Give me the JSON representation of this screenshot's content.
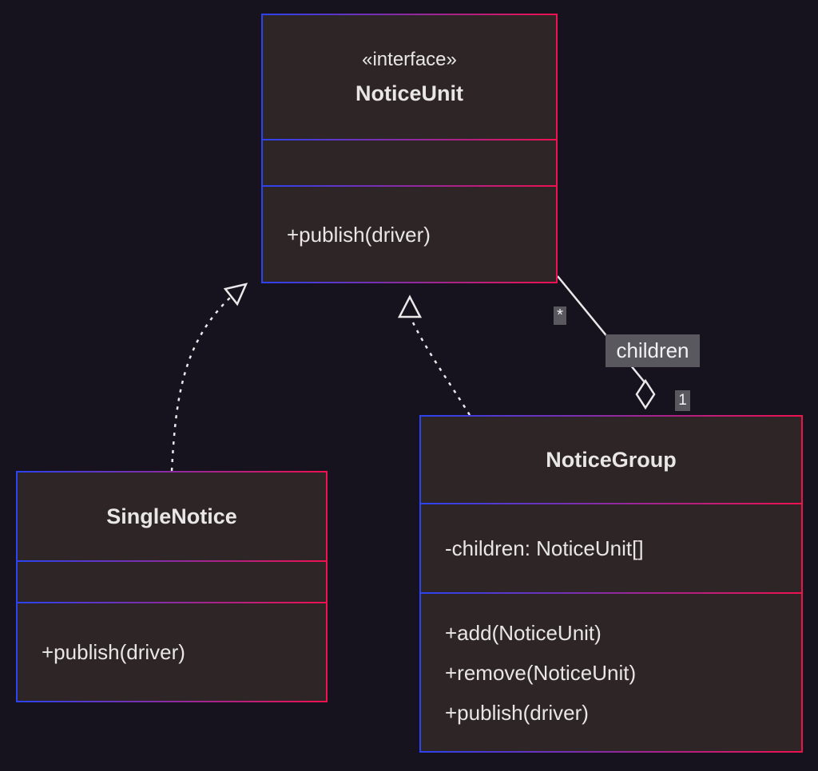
{
  "diagram": {
    "classes": [
      {
        "stereotype": "«interface»",
        "name": "NoticeUnit",
        "attributes": [],
        "methods": [
          "+publish(driver)"
        ]
      },
      {
        "name": "SingleNotice",
        "attributes": [],
        "methods": [
          "+publish(driver)"
        ]
      },
      {
        "name": "NoticeGroup",
        "attributes": [
          "-children: NoticeUnit[]"
        ],
        "methods": [
          "+add(NoticeUnit)",
          "+remove(NoticeUnit)",
          "+publish(driver)"
        ]
      }
    ],
    "labels": {
      "aggregation_name": "children",
      "multiplicity_many": "*",
      "multiplicity_one": "1"
    },
    "colors": {
      "background": "#16121e",
      "box_fill": "#2e2527",
      "border_start": "#2b43f0",
      "border_end": "#ef1150",
      "text": "#e8e6e6",
      "line": "#e9e9e9",
      "label_bg": "#59585e"
    }
  }
}
